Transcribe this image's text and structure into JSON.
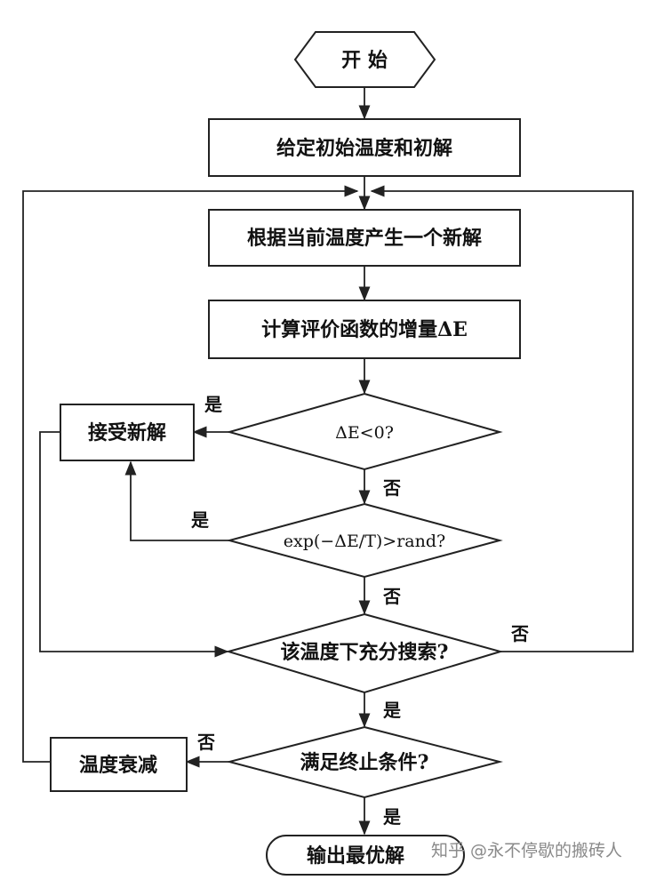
{
  "nodes": {
    "start": "开  始",
    "init": "给定初始温度和初解",
    "generate": "根据当前温度产生一个新解",
    "evaluate": "计算评价函数的增量ΔE",
    "check_delta": "ΔE<0?",
    "accept": "接受新解",
    "metropolis": "exp(−ΔE/T)>rand?",
    "search_done": "该温度下充分搜索?",
    "cooling": "温度衰减",
    "terminate": "满足终止条件?",
    "output": "输出最优解"
  },
  "labels": {
    "yes": "是",
    "no": "否"
  },
  "watermark": "知乎 @永不停歇的搬砖人"
}
